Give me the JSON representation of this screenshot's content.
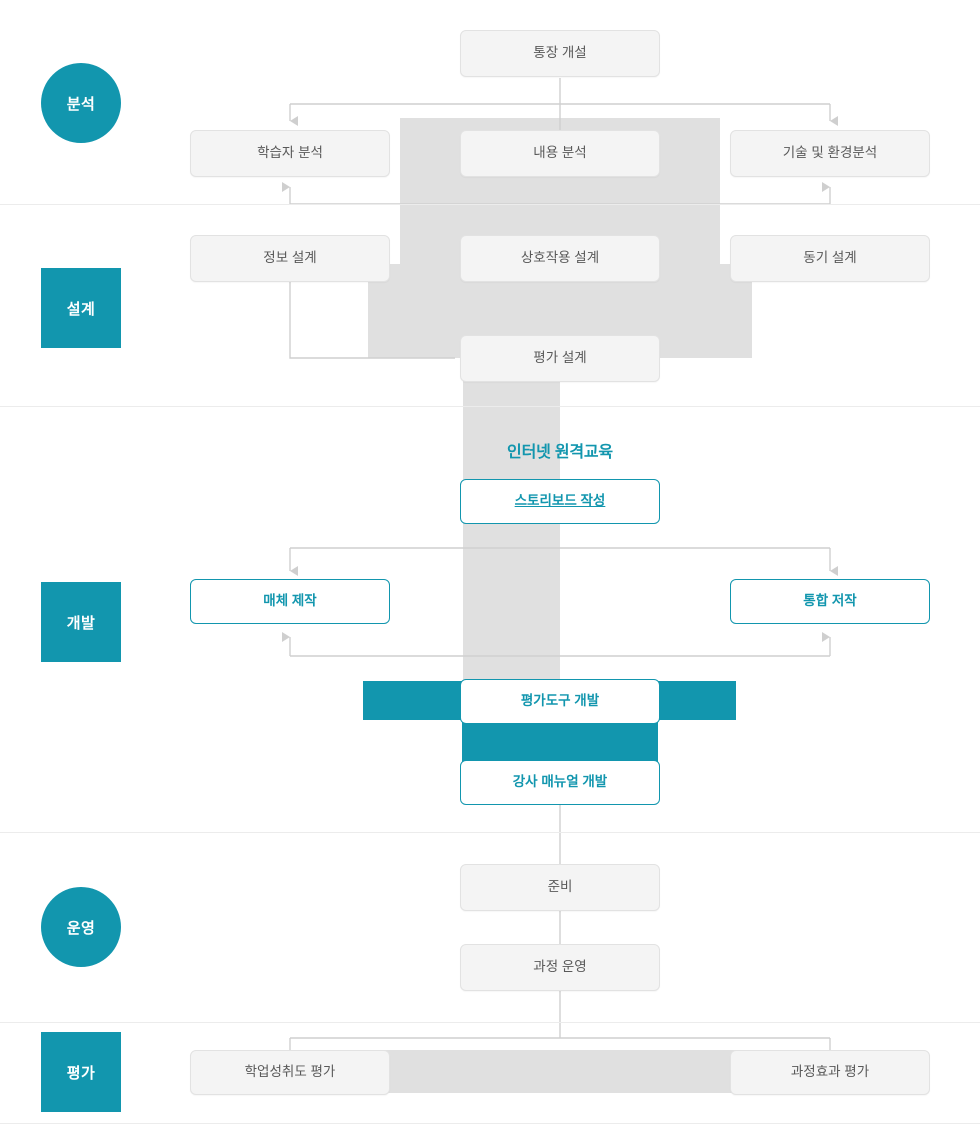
{
  "diagram": {
    "title_caption": "인터넷 원격교육",
    "accent_color": "#1296ae",
    "box_gray_fill": "#f4f4f4",
    "box_gray_border": "#e2e2e2",
    "slab_gray": "#e0e0e0",
    "divider_color": "#ececec",
    "connector_color": "#cfcfcf"
  },
  "stages": [
    {
      "label": "분석",
      "shape": "circle"
    },
    {
      "label": "설계",
      "shape": "square"
    },
    {
      "label": "개발",
      "shape": "square"
    },
    {
      "label": "운영",
      "shape": "circle"
    },
    {
      "label": "평가",
      "shape": "square"
    }
  ],
  "nodes": {
    "account_open": {
      "label": "통장 개설",
      "style": "gray"
    },
    "learner_analysis": {
      "label": "학습자 분석",
      "style": "gray"
    },
    "content_analysis": {
      "label": "내용 분석",
      "style": "gray"
    },
    "tech_env_analysis": {
      "label": "기술 및 환경분석",
      "style": "gray"
    },
    "info_design": {
      "label": "정보 설계",
      "style": "gray"
    },
    "interaction_design": {
      "label": "상호작용 설계",
      "style": "gray"
    },
    "motivation_design": {
      "label": "동기 설계",
      "style": "gray"
    },
    "evaluation_design": {
      "label": "평가 설계",
      "style": "gray"
    },
    "storyboard": {
      "label": "스토리보드 작성",
      "style": "teal-underline"
    },
    "media_production": {
      "label": "매체 제작",
      "style": "teal"
    },
    "integrated_authoring": {
      "label": "통합 저작",
      "style": "teal"
    },
    "eval_tool_dev": {
      "label": "평가도구 개발",
      "style": "teal"
    },
    "instructor_manual": {
      "label": "강사 매뉴얼 개발",
      "style": "teal"
    },
    "preparation": {
      "label": "준비",
      "style": "gray"
    },
    "course_operation": {
      "label": "과정 운영",
      "style": "gray"
    },
    "achievement_eval": {
      "label": "학업성취도 평가",
      "style": "gray"
    },
    "course_effect_eval": {
      "label": "과정효과 평가",
      "style": "gray"
    }
  }
}
